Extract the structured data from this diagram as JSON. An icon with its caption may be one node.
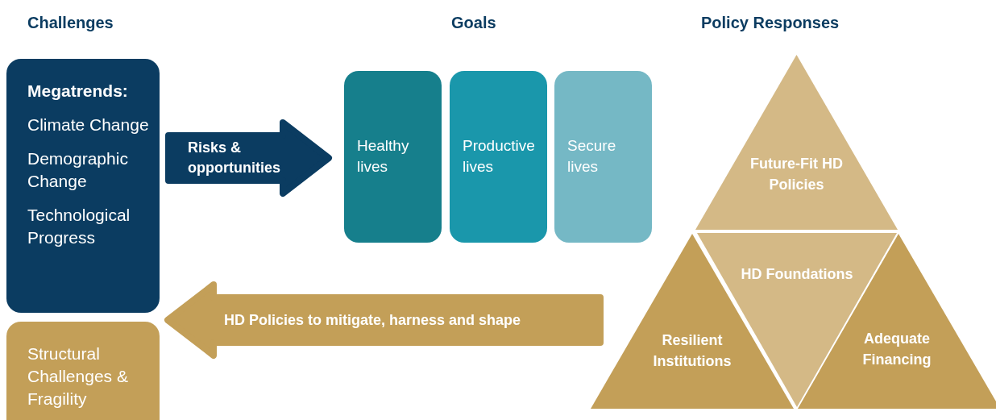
{
  "diagram": {
    "nodes": [
      {
        "text": [
          "Megatrends:",
          "**Climate** Change",
          "**Demographic** Change",
          "**Technological** Progress"
        ]
      },
      {
        "text": [
          "Structural Challenges & Fragility"
        ]
      },
      {
        "text": [
          "Healthy lives"
        ]
      },
      {
        "text": [
          "Productive lives"
        ]
      },
      {
        "text": [
          "Secure lives"
        ]
      },
      {
        "text": [
          "Future-Fit HD Policies"
        ]
      },
      {
        "text": [
          "HD Foundations"
        ]
      },
      {
        "text": [
          "Resilient Institutions"
        ]
      },
      {
        "text": [
          "Adequate Financing"
        ]
      }
    ],
    "edges": [
      {
        "from": 0,
        "to": 2,
        "arrow": "to",
        "label": "Risks & opportunities",
        "style": "thick"
      },
      {
        "from": null,
        "to": 0,
        "arrow": "to",
        "label": "HD Policies to mitigate, harness and shape",
        "style": "thick",
        "color": "#c39f58"
      }
    ],
    "labels": [
      "Challenges",
      "Goals",
      "Policy Responses"
    ]
  }
}
